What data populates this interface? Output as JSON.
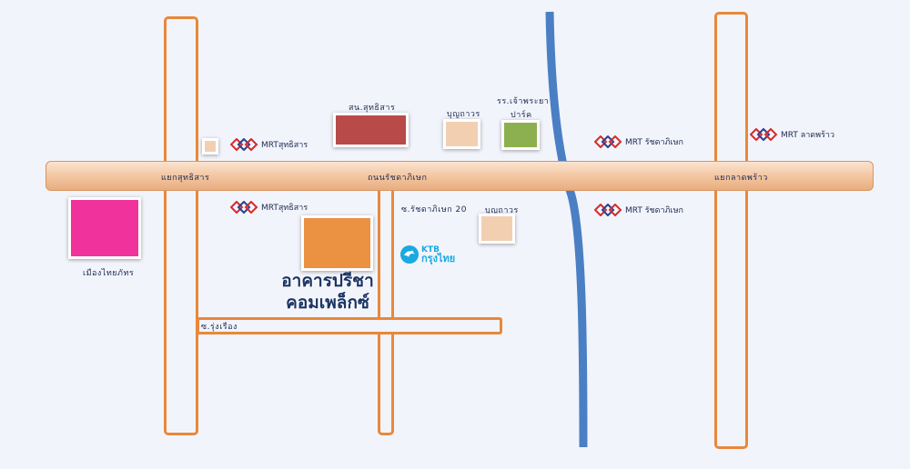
{
  "roads": {
    "main_road_label": "ถนนรัชดาภิเษก",
    "junction_left": "แยกสุทธิสาร",
    "junction_right": "แยกลาดพร้าว",
    "soi_ratchada_20": "ซ.รัชดาภิเษก 20",
    "soi_rungrueang": "ซ.รุ่งเรือง"
  },
  "landmarks": {
    "district_office": "สน.สุทธิสาร",
    "boonthaworn_top": "บุญถาวร",
    "school_line1": "รร.เจ้าพระยา",
    "school_line2": "ปาร์ค",
    "boonthaworn_bottom": "บุญถาวร",
    "muang_thai": "เมืองไทยภัทร"
  },
  "mrt": [
    {
      "label": "MRTสุทธิสาร"
    },
    {
      "label": "MRTสุทธิสาร"
    },
    {
      "label": "MRT รัชดาภิเษก"
    },
    {
      "label": "MRT รัชดาภิเษก"
    },
    {
      "label": "MRT ลาดพร้าว"
    }
  ],
  "building": {
    "line1": "อาคารปรีชา",
    "line2": "คอมเพล็กซ์"
  },
  "bank": {
    "top": "KTB",
    "bottom": "กรุงไทย"
  },
  "colors": {
    "road_border": "#e8883a",
    "main_road": "#f2c49e",
    "canal": "#4a7fc4",
    "building": "#ea9142",
    "district_office": "#b84a4a",
    "boonthaworn": "#f3cfb2",
    "school": "#8cb04f",
    "muang_thai": "#f0339c",
    "mrt_red": "#d42b2b",
    "mrt_blue": "#2a3f8f",
    "ktb": "#1aa9e1",
    "headline": "#1b3564"
  }
}
